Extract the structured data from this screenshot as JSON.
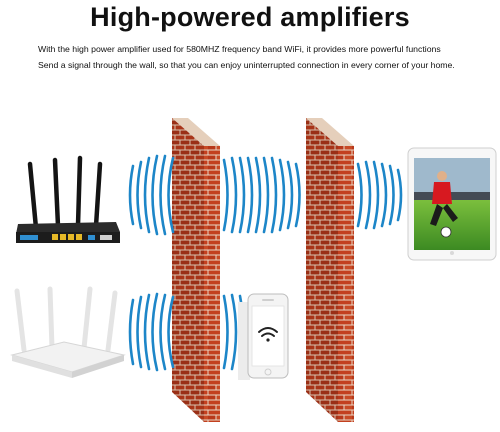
{
  "header": {
    "title": "High-powered amplifiers",
    "description_line1": "With the high power amplifier used for 580MHZ frequency band WiFi, it provides more powerful functions",
    "description_line2": "Send a signal through the wall, so that you can enjoy uninterrupted connection in every corner of your home."
  },
  "scene": {
    "items": [
      "black-router-icon",
      "white-router-icon",
      "brick-wall-icon",
      "smartphone-icon",
      "wifi-icon",
      "tablet-icon",
      "signal-wave-icon"
    ],
    "colors": {
      "signal": "#1d86c8",
      "brick": "#c3401f",
      "mortar": "#e9d7c6",
      "router_dark": "#1c1c1c",
      "router_light": "#eeeeee"
    }
  }
}
